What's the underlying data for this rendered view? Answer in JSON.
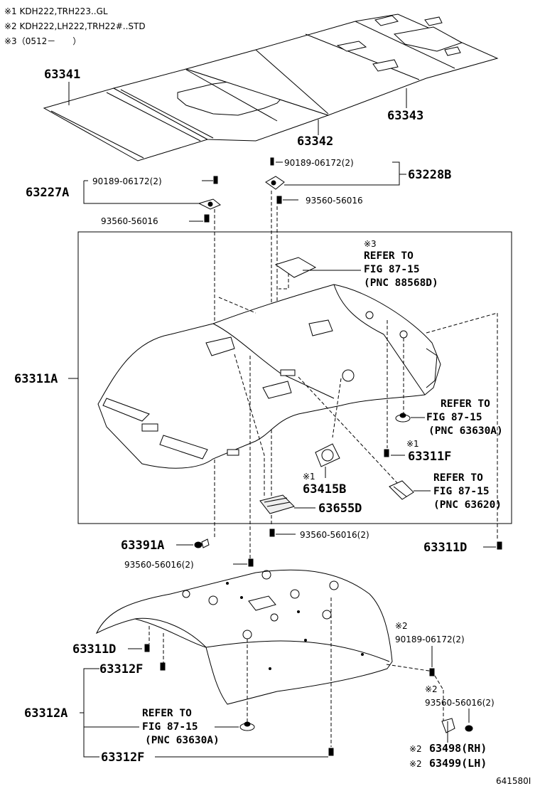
{
  "notes": [
    "※1 KDH222,TRH223..GL",
    "※2 KDH222,LH222,TRH22#..STD",
    "※3（0512－　　）"
  ],
  "labels": {
    "p63341": "63341",
    "p63342": "63342",
    "p63343": "63343",
    "p63227A": "63227A",
    "p63228B": "63228B",
    "p90189_a": "90189-06172(2)",
    "p90189_b": "90189-06172(2)",
    "p93560_a": "93560-56016",
    "p93560_b": "93560-56016",
    "p63311A": "63311A",
    "p63311F": "63311F",
    "p63415B": "63415B",
    "p63655D": "63655D",
    "p93560_c": "93560-56016(2)",
    "p63391A": "63391A",
    "p93560_d": "93560-56016(2)",
    "p63311D_a": "63311D",
    "p63311D_b": "63311D",
    "p63312F_a": "63312F",
    "p63312F_b": "63312F",
    "p63312A": "63312A",
    "p90189_c": "90189-06172(2)",
    "p93560_e": "93560-56016(2)",
    "p63498": "63498(RH)",
    "p63499": "63499(LH)"
  },
  "marks": {
    "m1_63311F": "※1",
    "m1_63415B": "※1",
    "m3_refer": "※3",
    "m2_90189": "※2",
    "m2_93560": "※2",
    "m2_63498": "※2",
    "m2_63499": "※2"
  },
  "references": {
    "ref_88568D": [
      "REFER TO",
      "FIG 87-15",
      "(PNC 88568D)"
    ],
    "ref_63630A_a": [
      "REFER TO",
      "FIG 87-15",
      "(PNC 63630A)"
    ],
    "ref_63620": [
      "REFER TO",
      "FIG 87-15",
      "(PNC 63620)"
    ],
    "ref_63630A_b": [
      "REFER TO",
      "FIG 87-15",
      "(PNC 63630A)"
    ]
  },
  "figure_code": "641580I"
}
